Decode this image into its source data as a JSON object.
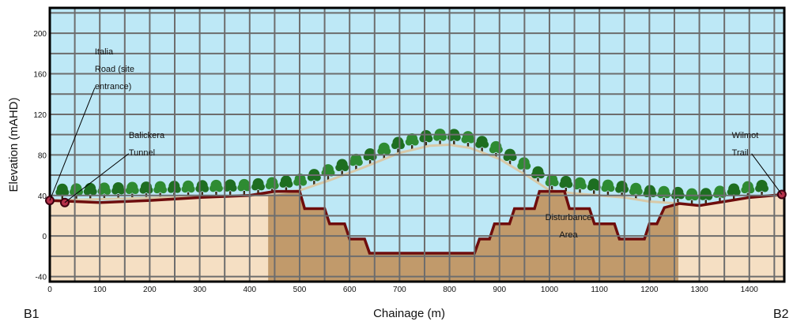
{
  "chart_data": {
    "type": "area",
    "title": "",
    "xlabel": "Chainage (m)",
    "ylabel": "Elevation (mAHD)",
    "xlim": [
      0,
      1470
    ],
    "ylim": [
      -45,
      225
    ],
    "x_ticks": [
      0,
      100,
      200,
      300,
      400,
      500,
      600,
      700,
      800,
      900,
      1000,
      1100,
      1200,
      1300,
      1400
    ],
    "y_ticks": [
      -40,
      0,
      40,
      80,
      120,
      160,
      200
    ],
    "grid": true,
    "series": [
      {
        "role": "finished surface",
        "values": [
          [
            0,
            35
          ],
          [
            100,
            33
          ],
          [
            200,
            35
          ],
          [
            300,
            38
          ],
          [
            400,
            40
          ],
          [
            450,
            44
          ],
          [
            500,
            44
          ],
          [
            510,
            27
          ],
          [
            550,
            27
          ],
          [
            560,
            12
          ],
          [
            590,
            12
          ],
          [
            600,
            -3
          ],
          [
            630,
            -3
          ],
          [
            640,
            -17
          ],
          [
            850,
            -17
          ],
          [
            860,
            -3
          ],
          [
            880,
            -3
          ],
          [
            890,
            12
          ],
          [
            920,
            12
          ],
          [
            930,
            27
          ],
          [
            970,
            27
          ],
          [
            980,
            44
          ],
          [
            1030,
            44
          ],
          [
            1040,
            27
          ],
          [
            1080,
            27
          ],
          [
            1090,
            12
          ],
          [
            1130,
            12
          ],
          [
            1140,
            -3
          ],
          [
            1190,
            -3
          ],
          [
            1200,
            12
          ],
          [
            1215,
            12
          ],
          [
            1230,
            28
          ],
          [
            1260,
            32
          ],
          [
            1300,
            30
          ],
          [
            1350,
            34
          ],
          [
            1400,
            38
          ],
          [
            1470,
            41
          ]
        ]
      },
      {
        "role": "existing ground",
        "values": [
          [
            0,
            35
          ],
          [
            400,
            40
          ],
          [
            450,
            42
          ],
          [
            500,
            45
          ],
          [
            560,
            55
          ],
          [
            630,
            68
          ],
          [
            700,
            82
          ],
          [
            760,
            89
          ],
          [
            800,
            90
          ],
          [
            840,
            87
          ],
          [
            900,
            76
          ],
          [
            960,
            58
          ],
          [
            1000,
            45
          ],
          [
            1050,
            42
          ],
          [
            1100,
            40
          ],
          [
            1150,
            38
          ],
          [
            1200,
            34
          ],
          [
            1260,
            32
          ],
          [
            1300,
            30
          ],
          [
            1400,
            38
          ],
          [
            1470,
            41
          ]
        ]
      }
    ],
    "disturbance_extent": [
      437,
      1258
    ],
    "markers": [
      {
        "label": "B1",
        "x": 0,
        "y": 35
      },
      {
        "label": "",
        "x": 30,
        "y": 33
      },
      {
        "label": "B2",
        "x": 1465,
        "y": 41
      }
    ],
    "annotations": [
      {
        "lines": [
          "Italia",
          "Road (site",
          "entrance)"
        ],
        "target_x": 0,
        "target_y": 35,
        "text_x": 90,
        "text_y": 154
      },
      {
        "lines": [
          "Balickera",
          "Tunnel"
        ],
        "target_x": 30,
        "target_y": 33,
        "text_x": 158,
        "text_y": 89
      },
      {
        "lines": [
          "Wilmot",
          "Trail"
        ],
        "target_x": 1465,
        "target_y": 41,
        "text_x": 1365,
        "text_y": 89
      },
      {
        "lines": [
          "Disturbance",
          "Area"
        ],
        "text_x": 1038,
        "text_y": 8
      }
    ],
    "colors": {
      "sky": "#bde8f6",
      "fill": "#f5dfc3",
      "disturbance": "#c19a6b",
      "surface_line": "#6e0d0d",
      "ground_line": "#d8c9a8",
      "grid": "#6d6d6d",
      "tree_dark": "#1e6e21",
      "tree_light": "#2e8b32"
    }
  }
}
